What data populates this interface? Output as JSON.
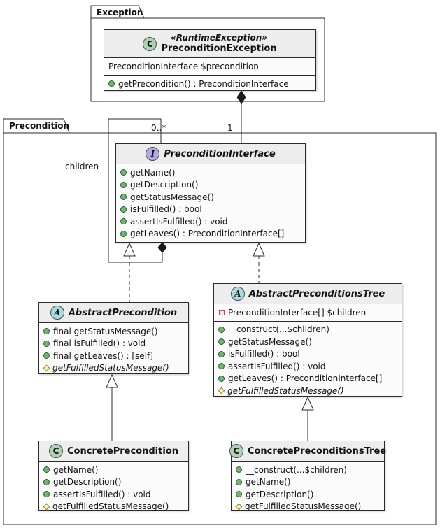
{
  "diagram": {
    "packages": {
      "exception": "Exception",
      "precondition": "Precondition"
    },
    "relationships": {
      "children_label": "children",
      "children_multiplicity": "0..*",
      "precondition_multiplicity": "1"
    }
  },
  "classes": {
    "precondition_exception": {
      "spot": "C",
      "stereotype": "«RuntimeException»",
      "name": "PreconditionException",
      "fields": [
        {
          "visibility": "none",
          "label": "PreconditionInterface $precondition"
        }
      ],
      "methods": [
        {
          "visibility": "public",
          "label": "getPrecondition() : PreconditionInterface"
        }
      ]
    },
    "precondition_interface": {
      "spot": "I",
      "name": "PreconditionInterface",
      "methods": [
        {
          "visibility": "public",
          "label": "getName()"
        },
        {
          "visibility": "public",
          "label": "getDescription()"
        },
        {
          "visibility": "public",
          "label": "getStatusMessage()"
        },
        {
          "visibility": "public",
          "label": "isFulfilled() : bool"
        },
        {
          "visibility": "public",
          "label": "assertIsFulfilled() : void"
        },
        {
          "visibility": "public",
          "label": "getLeaves() : PreconditionInterface[]"
        }
      ]
    },
    "abstract_precondition": {
      "spot": "A",
      "name": "AbstractPrecondition",
      "methods": [
        {
          "visibility": "public",
          "label": "final getStatusMessage()"
        },
        {
          "visibility": "public",
          "label": "final isFulfilled() : void"
        },
        {
          "visibility": "public",
          "label": "final getLeaves() : [self]"
        },
        {
          "visibility": "protected",
          "abstract": true,
          "label": "getFulfilledStatusMessage()"
        }
      ]
    },
    "abstract_preconditions_tree": {
      "spot": "A",
      "name": "AbstractPreconditionsTree",
      "fields": [
        {
          "visibility": "private",
          "label": "PreconditionInterface[] $children"
        }
      ],
      "methods": [
        {
          "visibility": "public",
          "label": "__construct(...$children)"
        },
        {
          "visibility": "public",
          "label": "getStatusMessage()"
        },
        {
          "visibility": "public",
          "label": "isFulfilled() : bool"
        },
        {
          "visibility": "public",
          "label": "assertIsFulfilled() : void"
        },
        {
          "visibility": "public",
          "label": "getLeaves() : PreconditionInterface[]"
        },
        {
          "visibility": "protected",
          "abstract": true,
          "label": "getFulfilledStatusMessage()"
        }
      ]
    },
    "concrete_precondition": {
      "spot": "C",
      "name": "ConcretePrecondition",
      "methods": [
        {
          "visibility": "public",
          "label": "getName()"
        },
        {
          "visibility": "public",
          "label": "getDescription()"
        },
        {
          "visibility": "public",
          "label": "assertIsFulfilled() : void"
        },
        {
          "visibility": "protected",
          "label": "getFulfilledStatusMessage()"
        }
      ]
    },
    "concrete_preconditions_tree": {
      "spot": "C",
      "name": "ConcretePreconditionsTree",
      "methods": [
        {
          "visibility": "public",
          "label": "__construct(...$children)"
        },
        {
          "visibility": "public",
          "label": "getName()"
        },
        {
          "visibility": "public",
          "label": "getDescription()"
        },
        {
          "visibility": "protected",
          "label": "getFulfilledStatusMessage()"
        }
      ]
    }
  },
  "colors": {
    "class_spot": "#ADD1B2",
    "interface_spot": "#B4A7E5",
    "abstract_spot": "#A9DCDF",
    "header_bg": "#EDEDED",
    "body_bg": "#FBFBFB",
    "border": "#2B2B2B",
    "public_icon_fill": "#72B572",
    "private_icon_border": "#C34D4D",
    "protected_icon_border": "#94802A"
  }
}
